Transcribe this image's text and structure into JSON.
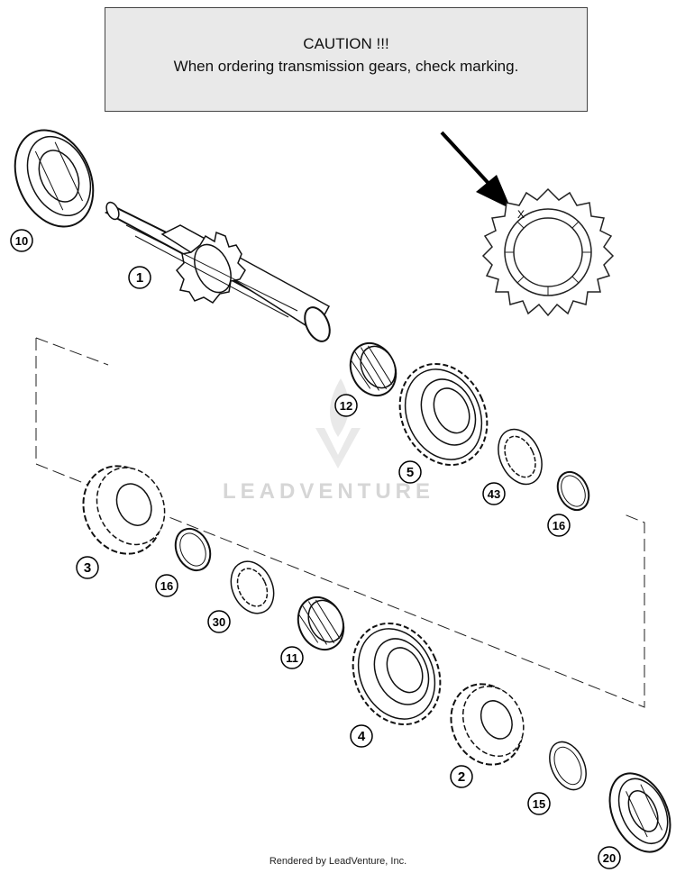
{
  "caution": {
    "title": "CAUTION !!!",
    "message": "When ordering transmission gears, check marking."
  },
  "marking_symbol": "X",
  "watermark": "LEADVENTURE",
  "footer": "Rendered by LeadVenture, Inc.",
  "callouts": [
    {
      "id": "10"
    },
    {
      "id": "1"
    },
    {
      "id": "12"
    },
    {
      "id": "5"
    },
    {
      "id": "43"
    },
    {
      "id": "16"
    },
    {
      "id": "3"
    },
    {
      "id": "16"
    },
    {
      "id": "30"
    },
    {
      "id": "11"
    },
    {
      "id": "4"
    },
    {
      "id": "2"
    },
    {
      "id": "15"
    },
    {
      "id": "20"
    }
  ]
}
